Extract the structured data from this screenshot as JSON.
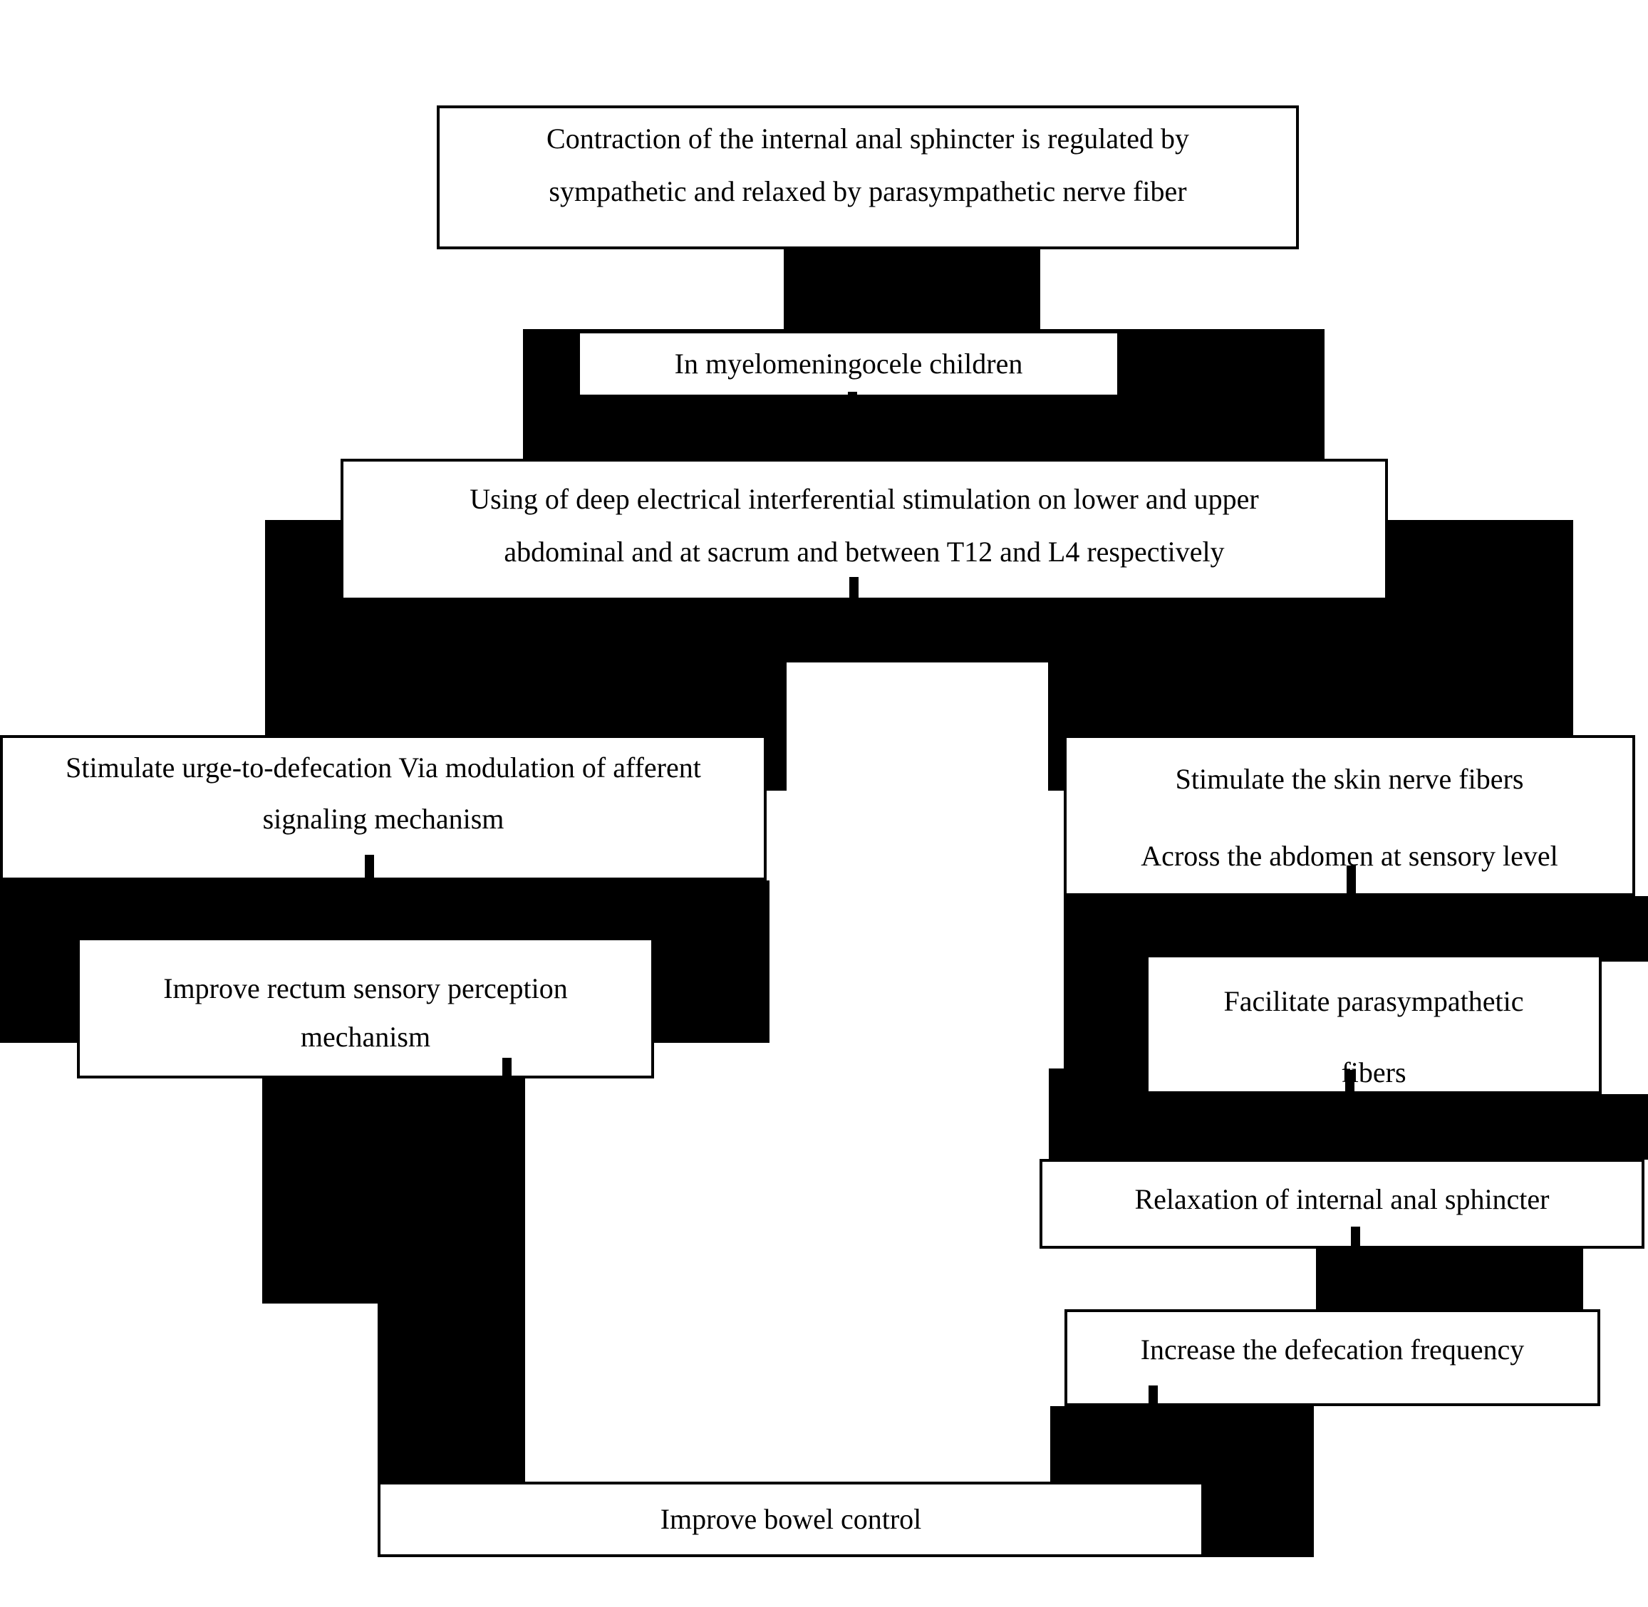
{
  "diagram": {
    "type": "flowchart",
    "colors": {
      "ink": "#000000",
      "paper": "#ffffff"
    },
    "nodes": {
      "box1": {
        "line1": "Contraction of the internal anal sphincter is regulated by",
        "line2": "sympathetic and relaxed by parasympathetic nerve fiber"
      },
      "box2": {
        "line1": "In myelomeningocele children"
      },
      "box3": {
        "line1": "Using of deep electrical interferential stimulation on lower and upper",
        "line2": "abdominal and at sacrum and between T12 and L4 respectively"
      },
      "left1": {
        "line1": "Stimulate urge-to-defecation Via modulation of afferent",
        "line2": "signaling mechanism"
      },
      "left2": {
        "line1": "Improve rectum sensory perception",
        "line2": "mechanism"
      },
      "right1": {
        "line1": "Stimulate the skin nerve fibers",
        "line2": "Across the abdomen at sensory level"
      },
      "right2": {
        "line1": "Facilitate parasympathetic",
        "line2": "fibers"
      },
      "right3": {
        "line1": "Relaxation of internal anal sphincter"
      },
      "right4": {
        "line1": "Increase the defecation frequency"
      },
      "bottom": {
        "line1": "Improve bowel control"
      }
    }
  }
}
